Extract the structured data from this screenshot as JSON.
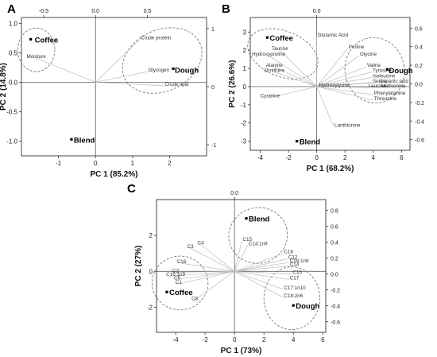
{
  "panel_labels": [
    "A",
    "B",
    "C"
  ],
  "chart_data": [
    {
      "type": "scatter",
      "panel": "A",
      "xlabel": "PC 1 (85.2%)",
      "ylabel": "PC 2 (14.8%)",
      "xlim": [
        -2,
        3
      ],
      "ylim": [
        -1.25,
        1.1
      ],
      "xticks": [
        -1,
        0,
        1,
        2
      ],
      "yticks": [
        -1.0,
        -0.5,
        0.0,
        0.5,
        1.0
      ],
      "top_ticks": [
        "-0.5",
        "0.0",
        "0.5"
      ],
      "right_ticks": [
        "-1",
        "0",
        "1"
      ],
      "samples": [
        {
          "label": "Coffee",
          "x": -1.75,
          "y": 0.73
        },
        {
          "label": "Dough",
          "x": 2.1,
          "y": 0.23
        },
        {
          "label": "Blend",
          "x": -0.65,
          "y": -0.97
        }
      ],
      "loadings": [
        {
          "label": "Moisture",
          "x": -1.6,
          "y": 0.41
        },
        {
          "label": "Crude protein",
          "x": 1.2,
          "y": 0.73
        },
        {
          "label": "Glycogen",
          "x": 1.4,
          "y": 0.18
        },
        {
          "label": "Crude lipid",
          "x": 1.85,
          "y": -0.06
        }
      ],
      "ellipses": [
        {
          "cx": -1.6,
          "cy": 0.55,
          "rx": 0.5,
          "ry": 0.37,
          "angle": 0
        },
        {
          "cx": 1.8,
          "cy": 0.37,
          "rx": 1.12,
          "ry": 0.52,
          "angle": -25
        }
      ]
    },
    {
      "type": "scatter",
      "panel": "B",
      "xlabel": "PC 1 (68.2%)",
      "ylabel": "PC 2 (26.6%)",
      "xlim": [
        -4.7,
        6.6
      ],
      "ylim": [
        -3.5,
        3.8
      ],
      "xticks": [
        -4,
        -2,
        0,
        2,
        4,
        6
      ],
      "yticks": [
        -3,
        -2,
        -1,
        0,
        1,
        2,
        3
      ],
      "top_ticks": [
        "0.0"
      ],
      "right_ticks": [
        "-0.6",
        "-0.4",
        "-0.2",
        "0.0",
        "0.2",
        "0.4",
        "0.6"
      ],
      "samples": [
        {
          "label": "Coffee",
          "x": -3.5,
          "y": 2.7
        },
        {
          "label": "Dough",
          "x": 5.0,
          "y": 0.95
        },
        {
          "label": "Blend",
          "x": -1.4,
          "y": -3.0
        }
      ],
      "loadings": [
        {
          "label": "Glutamic Acid",
          "x": 0.0,
          "y": 2.75
        },
        {
          "label": "Taurine",
          "x": -2.6,
          "y": 2.0
        },
        {
          "label": "Hydroxyproline",
          "x": -3.4,
          "y": 1.7
        },
        {
          "label": "Alanine",
          "x": -3.0,
          "y": 1.1
        },
        {
          "label": "Ornithine",
          "x": -3.0,
          "y": 0.8
        },
        {
          "label": "Proline",
          "x": 2.2,
          "y": 2.1
        },
        {
          "label": "Glycine",
          "x": 3.0,
          "y": 1.7
        },
        {
          "label": "Valine",
          "x": 3.5,
          "y": 1.1
        },
        {
          "label": "Tyrosine",
          "x": 3.9,
          "y": 0.8
        },
        {
          "label": "Isoleucine",
          "x": 3.9,
          "y": 0.5
        },
        {
          "label": "Serine",
          "x": 3.9,
          "y": 0.22
        },
        {
          "label": "Aspartic acid",
          "x": 4.4,
          "y": 0.22
        },
        {
          "label": "Leucine",
          "x": 3.6,
          "y": -0.05
        },
        {
          "label": "Methionine",
          "x": 4.5,
          "y": -0.05
        },
        {
          "label": "Hydroxylysine",
          "x": 0.1,
          "y": 0.0
        },
        {
          "label": "Cysteine",
          "x": -3.3,
          "y": -0.6
        },
        {
          "label": "Phenylalanine",
          "x": 4.0,
          "y": -0.45
        },
        {
          "label": "Threonine",
          "x": 4.0,
          "y": -0.75
        },
        {
          "label": "Lanthionine",
          "x": 1.2,
          "y": -2.2
        }
      ],
      "ellipses": [
        {
          "cx": -2.4,
          "cy": 1.8,
          "rx": 2.6,
          "ry": 1.25,
          "angle": 22
        },
        {
          "cx": 4.1,
          "cy": 0.9,
          "rx": 2.1,
          "ry": 1.8,
          "angle": -10
        }
      ]
    },
    {
      "type": "scatter",
      "panel": "C",
      "xlabel": "PC 1 (73%)",
      "ylabel": "PC 2 (27%)",
      "xlim": [
        -5.3,
        6.2
      ],
      "ylim": [
        -3.4,
        4.0
      ],
      "xticks": [
        -4,
        -2,
        0,
        2,
        4,
        6
      ],
      "yticks": [
        -2,
        0,
        2
      ],
      "top_ticks": [
        "0.0"
      ],
      "right_ticks": [
        "-0.6",
        "-0.4",
        "-0.2",
        "0.0",
        "0.2",
        "0.4",
        "0.6",
        "0.8"
      ],
      "samples": [
        {
          "label": "Blend",
          "x": 0.8,
          "y": 2.95
        },
        {
          "label": "Coffee",
          "x": -4.6,
          "y": -1.15
        },
        {
          "label": "Dough",
          "x": 4.0,
          "y": -1.9
        }
      ],
      "loadings": [
        {
          "label": "C15",
          "x": 0.5,
          "y": 1.7
        },
        {
          "label": "C14:1n9",
          "x": 0.9,
          "y": 1.45
        },
        {
          "label": "C3",
          "x": -3.0,
          "y": 1.3
        },
        {
          "label": "C4",
          "x": -2.3,
          "y": 1.5
        },
        {
          "label": "C18",
          "x": 3.3,
          "y": 1.0
        },
        {
          "label": "C12",
          "x": 3.6,
          "y": 0.7
        },
        {
          "label": "C18:1n9",
          "x": 3.7,
          "y": 0.5
        },
        {
          "label": "C14",
          "x": 3.7,
          "y": 0.3
        },
        {
          "label": "C16",
          "x": -3.6,
          "y": 0.45
        },
        {
          "label": "C2",
          "x": -4.0,
          "y": -0.05
        },
        {
          "label": "C16:1n9",
          "x": -4.0,
          "y": -0.25
        },
        {
          "label": "C6",
          "x": -3.9,
          "y": -0.45
        },
        {
          "label": "C1",
          "x": -3.8,
          "y": -0.7
        },
        {
          "label": "C10",
          "x": 3.9,
          "y": -0.15
        },
        {
          "label": "C17",
          "x": 3.7,
          "y": -0.45
        },
        {
          "label": "C17:1n10",
          "x": 3.3,
          "y": -1.0
        },
        {
          "label": "C18:2n6",
          "x": 3.3,
          "y": -1.45
        },
        {
          "label": "C8",
          "x": -2.7,
          "y": -1.6
        }
      ],
      "ellipses": [
        {
          "cx": 1.6,
          "cy": 2.0,
          "rx": 2.0,
          "ry": 1.55,
          "angle": -15
        },
        {
          "cx": -3.7,
          "cy": -0.65,
          "rx": 1.9,
          "ry": 1.5,
          "angle": 0
        },
        {
          "cx": 3.9,
          "cy": -1.5,
          "rx": 1.9,
          "ry": 1.75,
          "angle": 0
        }
      ]
    }
  ]
}
